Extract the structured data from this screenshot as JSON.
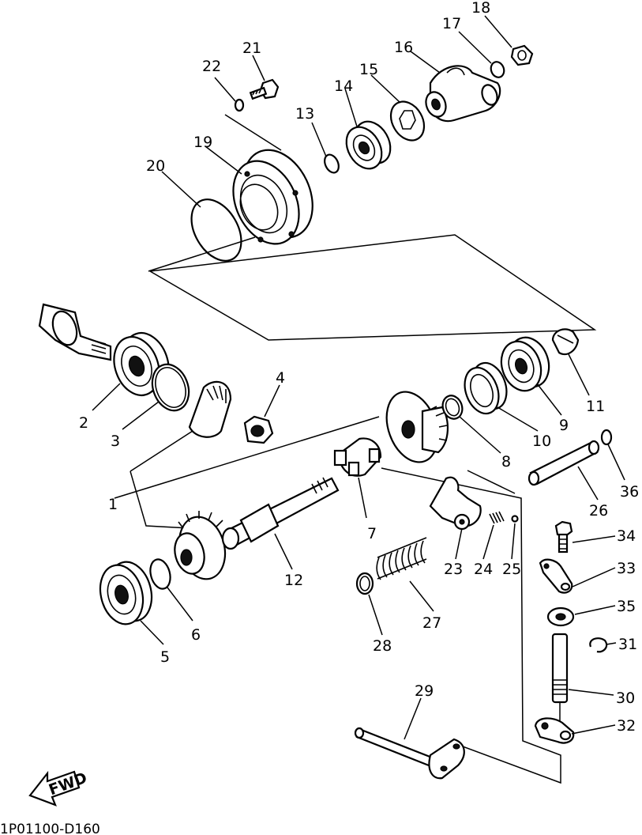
{
  "diagram": {
    "code": "1P01100-D160",
    "fwd_label": "FWD",
    "callouts": [
      "1",
      "2",
      "3",
      "4",
      "5",
      "6",
      "7",
      "8",
      "9",
      "10",
      "11",
      "12",
      "13",
      "14",
      "15",
      "16",
      "17",
      "18",
      "19",
      "20",
      "21",
      "22",
      "23",
      "24",
      "25",
      "26",
      "27",
      "28",
      "29",
      "30",
      "31",
      "32",
      "33",
      "34",
      "35",
      "36"
    ]
  }
}
